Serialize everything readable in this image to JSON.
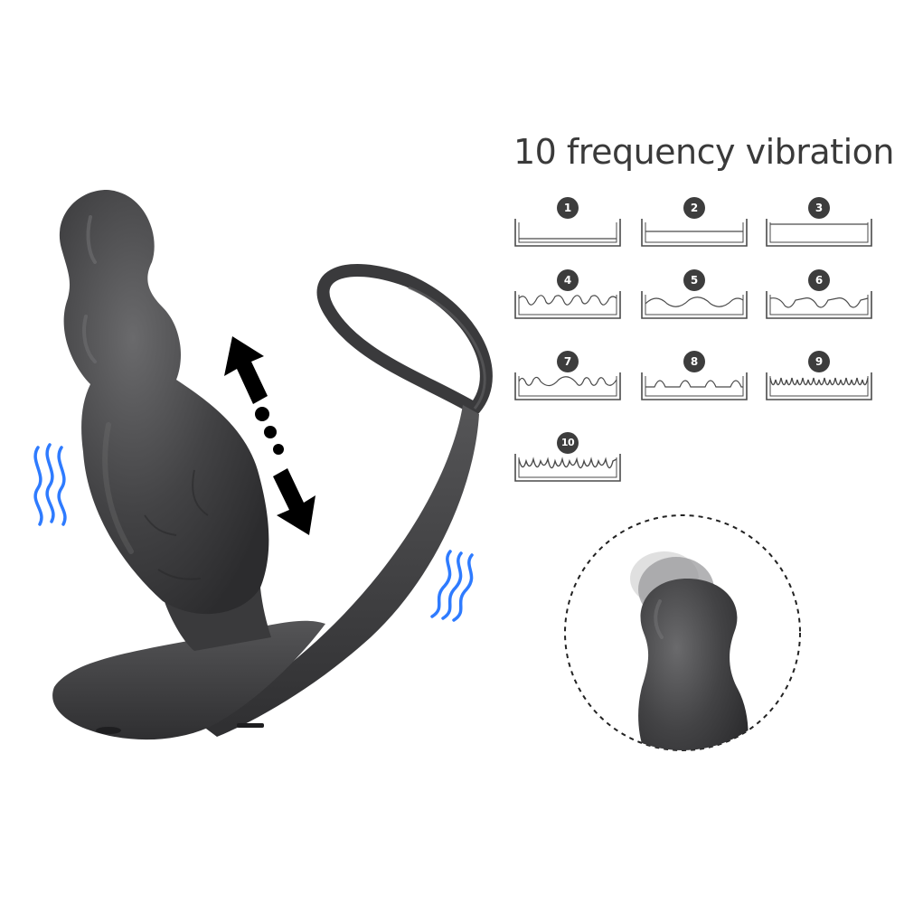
{
  "title": "10 frequency vibration",
  "modes": [
    {
      "label": "1",
      "pattern": "flat-low"
    },
    {
      "label": "2",
      "pattern": "flat-mid"
    },
    {
      "label": "3",
      "pattern": "flat-high"
    },
    {
      "label": "4",
      "pattern": "castle-wave"
    },
    {
      "label": "5",
      "pattern": "smooth-wave"
    },
    {
      "label": "6",
      "pattern": "double-dip"
    },
    {
      "label": "7",
      "pattern": "mixed-wave"
    },
    {
      "label": "8",
      "pattern": "spaced-bumps"
    },
    {
      "label": "9",
      "pattern": "dense-zigzag"
    },
    {
      "label": "10",
      "pattern": "deep-zigzag"
    }
  ],
  "colors": {
    "product": "#3f3f41",
    "product_highlight": "#6a6a6c",
    "vibration_lines": "#2e7bff",
    "arrow": "#000000",
    "title": "#3a3a3a",
    "pattern_stroke": "#4a4a4a"
  },
  "icons": {
    "vibration": "vibration-wave-icon",
    "motion": "double-arrow-icon",
    "rotation_detail": "magnified-tip-icon"
  }
}
